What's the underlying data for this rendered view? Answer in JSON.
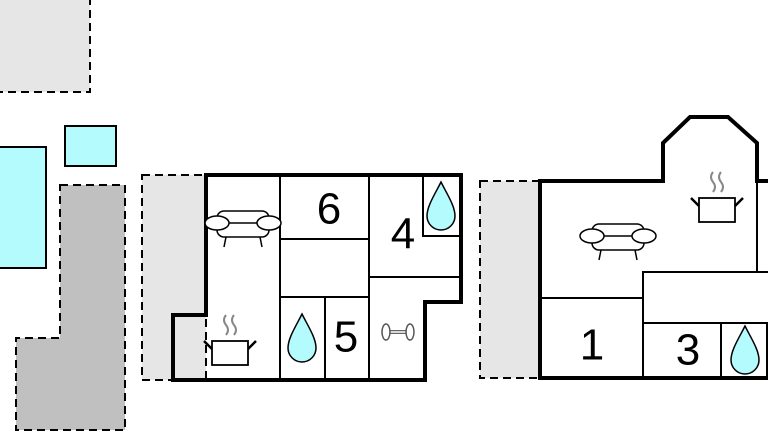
{
  "plan": {
    "rooms": {
      "room_6": "6",
      "room_4": "4",
      "room_5": "5",
      "room_1": "1",
      "room_3": "3"
    },
    "icons": [
      "sofa-icon",
      "cooking-pot-icon",
      "water-drop-icon",
      "dumbbell-icon"
    ],
    "colors": {
      "water": "#b3fbfd",
      "outbuilding": "#c0c0c0",
      "terrace": "#e6e6e6",
      "wall": "#000000"
    }
  }
}
